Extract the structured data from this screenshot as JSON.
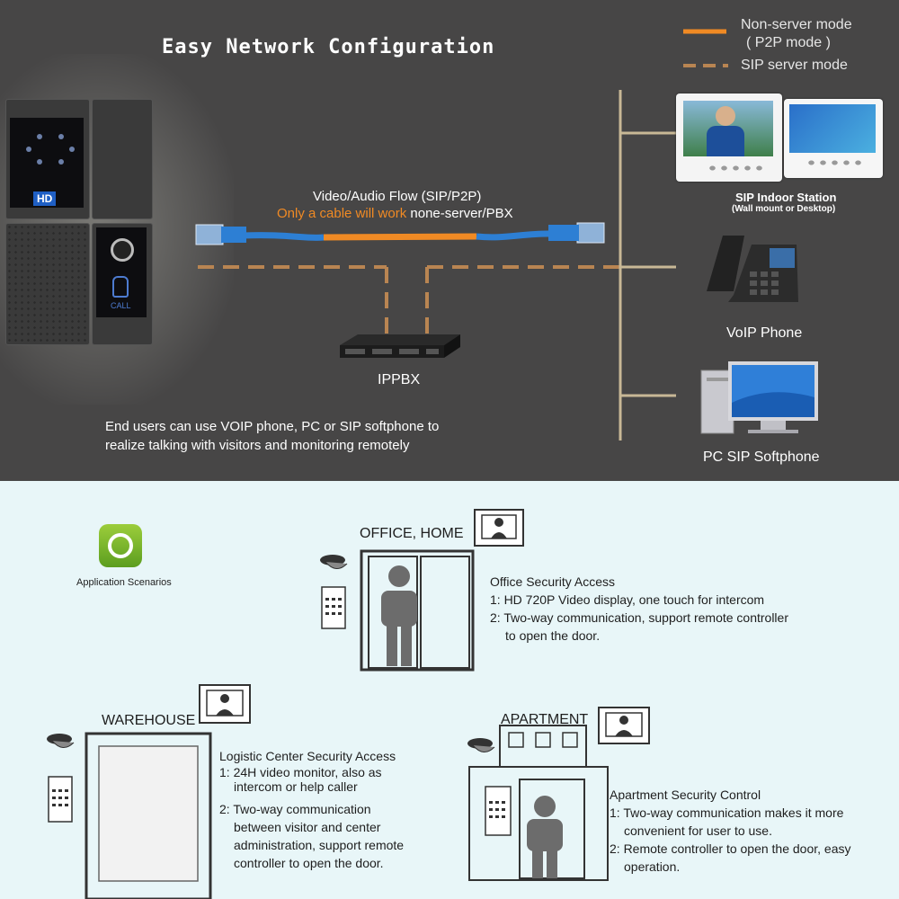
{
  "header": {
    "title": "Easy Network Configuration"
  },
  "legend": {
    "solid_label_line1": "Non-server mode",
    "solid_label_line2": "( P2P mode )",
    "dashed_label": "SIP server mode",
    "color": "#f08a24"
  },
  "device": {
    "hd_badge": "HD",
    "call_label": "CALL"
  },
  "flow": {
    "line1": "Video/Audio Flow (SIP/P2P)",
    "line2_orange": "Only a cable will work",
    "line2_white": " none-server/PBX"
  },
  "ippbx": {
    "label": "IPPBX"
  },
  "endpoints": [
    {
      "label": "SIP Indoor Station",
      "sub": "(Wall mount or Desktop)"
    },
    {
      "label": "VoIP Phone"
    },
    {
      "label": "PC SIP Softphone"
    }
  ],
  "note": {
    "line1": "End users can use VOIP phone, PC or SIP softphone to",
    "line2": "realize talking with visitors and monitoring remotely"
  },
  "app": {
    "label": "Application Scenarios"
  },
  "scenarios": {
    "office": {
      "title": "OFFICE, HOME",
      "heading": "Office Security Access",
      "lines": [
        "1: HD 720P Video display, one touch for intercom",
        "2: Two-way communication, support remote controller",
        "to open the door."
      ]
    },
    "warehouse": {
      "title": "WAREHOUSE",
      "heading": "Logistic Center Security Access",
      "lines": [
        "1: 24H video monitor, also as",
        "intercom or help caller",
        "2: Two-way communication",
        "between visitor and center",
        "administration, support remote",
        "controller to open the door."
      ]
    },
    "apartment": {
      "title": "APARTMENT",
      "heading": "Apartment Security Control",
      "lines": [
        "1: Two-way communication makes it more",
        "convenient for user to use.",
        "2: Remote controller to open the door, easy",
        "operation."
      ]
    }
  },
  "colors": {
    "accent": "#f08a24",
    "cable_blue": "#2d7fd4",
    "dark_bg": "#474646",
    "light_bg": "#e8f6f8",
    "line_tan": "#c8b896"
  }
}
